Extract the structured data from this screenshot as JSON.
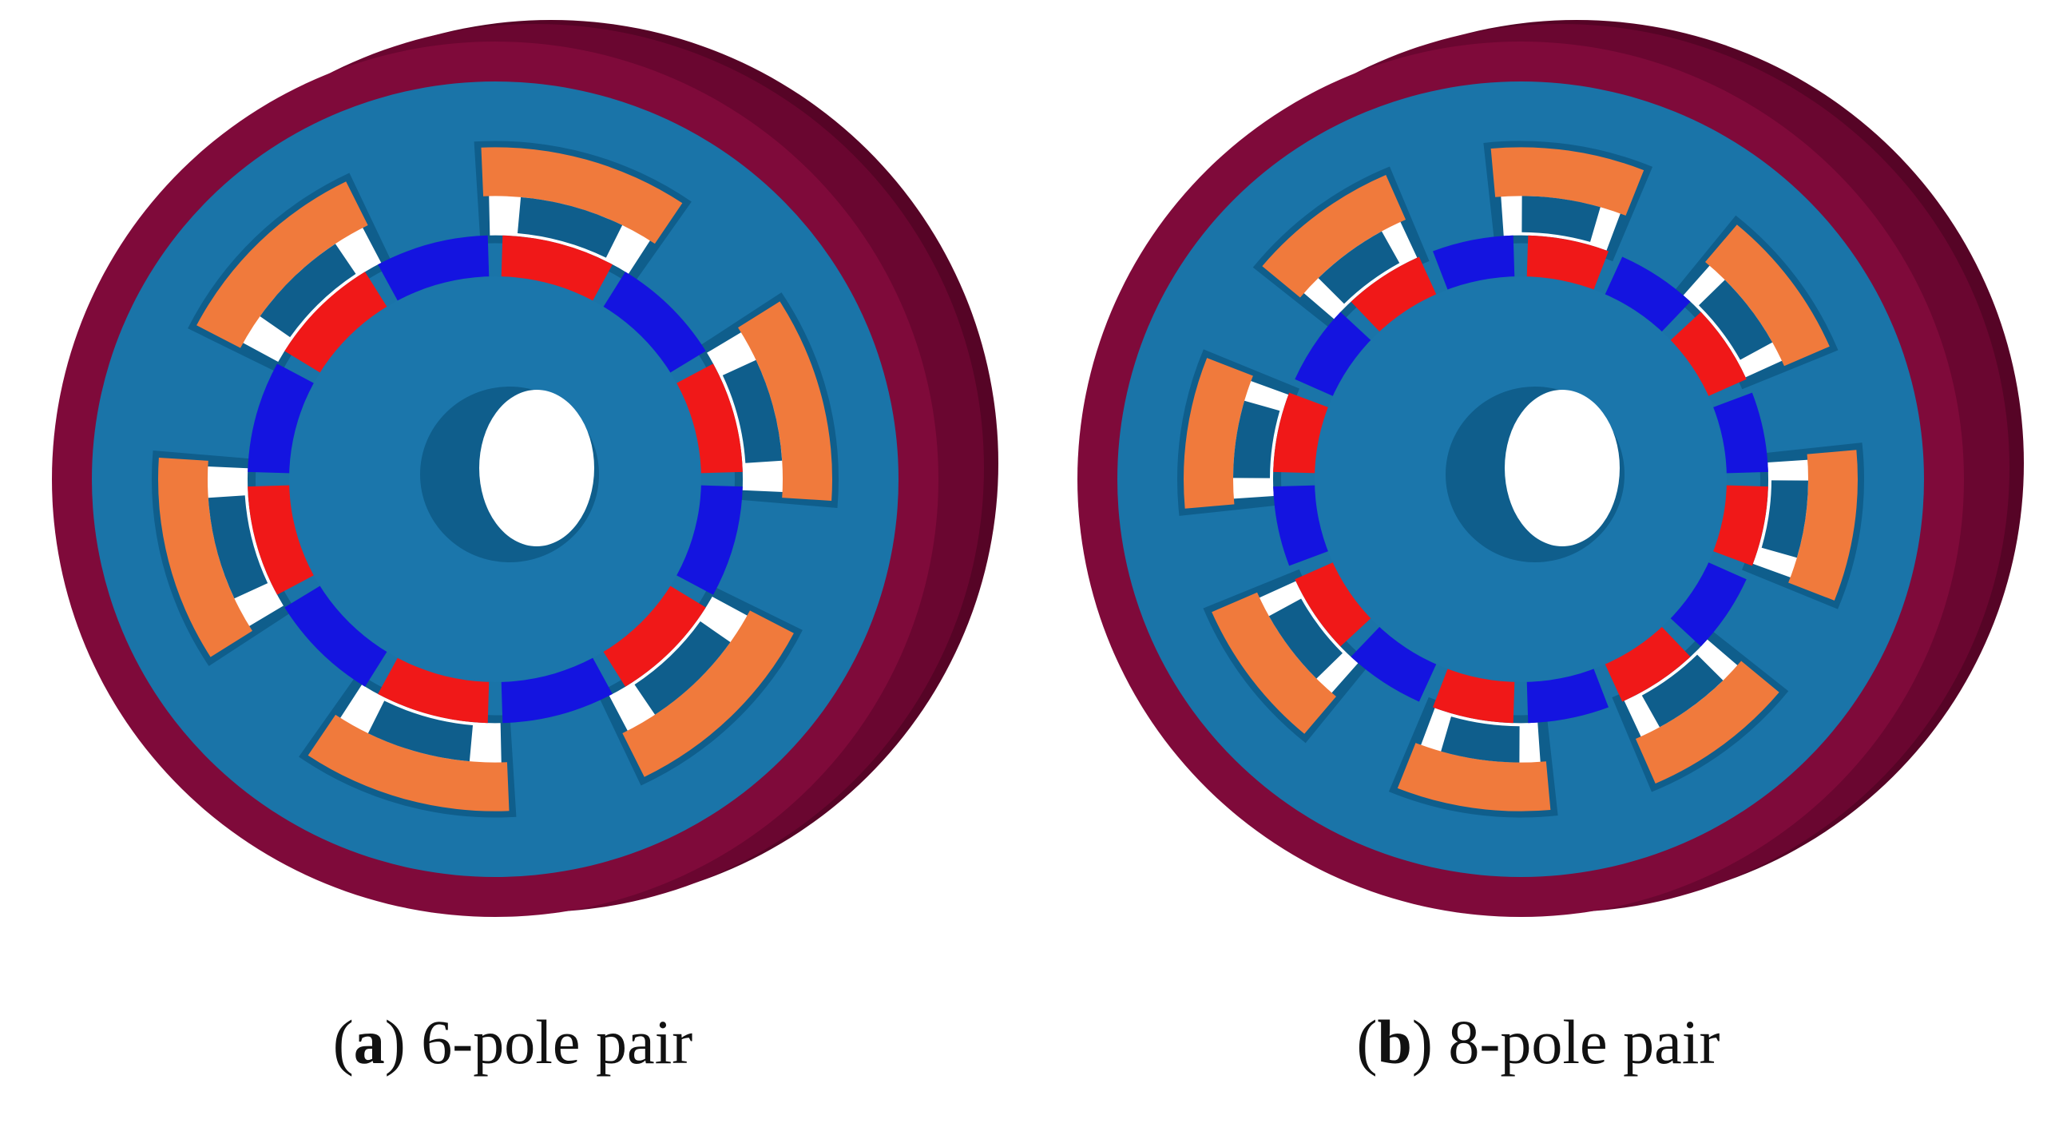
{
  "figures": [
    {
      "letter": "a",
      "label": " 6-pole pair",
      "stator_teeth": 6,
      "magnets": 12
    },
    {
      "letter": "b",
      "label": " 8-pole pair",
      "stator_teeth": 8,
      "magnets": 16
    }
  ],
  "colors": {
    "housing_face": "#7f0a3a",
    "housing_side": "#6a0630",
    "housing_shadow": "#560426",
    "stator": "#1a74a8",
    "stator_shadow": "#0f5e8c",
    "winding": "#f07a3c",
    "magnet_red": "#f01818",
    "magnet_blue": "#1414e0",
    "rotor": "#1b76ab",
    "bore": "#ffffff",
    "background": "#ffffff"
  }
}
